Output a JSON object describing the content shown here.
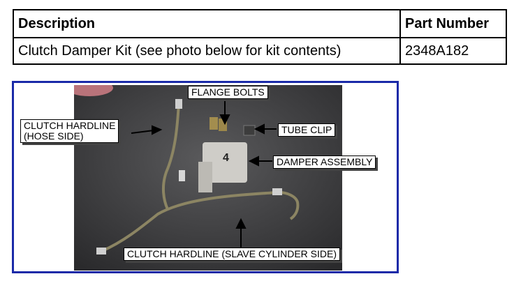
{
  "table": {
    "header_description": "Description",
    "header_part_number": "Part Number",
    "rows": [
      {
        "description": "Clutch Damper Kit (see photo below for kit contents)",
        "part_number": "2348A182"
      }
    ]
  },
  "photo": {
    "callouts": {
      "flange_bolts": "FLANGE BOLTS",
      "hardline_hose_line1": "CLUTCH HARDLINE",
      "hardline_hose_line2": "(HOSE SIDE)",
      "tube_clip": "TUBE CLIP",
      "damper_assembly": "DAMPER ASSEMBLY",
      "hardline_slave": "CLUTCH HARDLINE (SLAVE CYLINDER SIDE)"
    },
    "damper_marking": "4"
  }
}
